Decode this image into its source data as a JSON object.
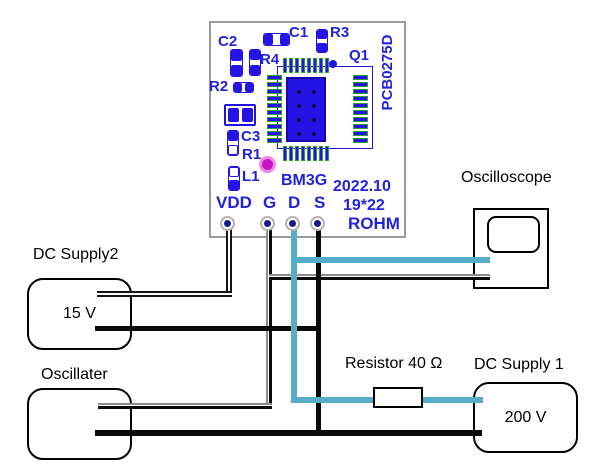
{
  "pcb": {
    "board_id": "PCB0275D",
    "refdes": {
      "c1": "C1",
      "c2": "C2",
      "c3": "C3",
      "r1": "R1",
      "r2": "R2",
      "r3": "R3",
      "r4": "R4",
      "l1": "L1",
      "q1": "Q1"
    },
    "markings": {
      "part": "BM3G",
      "date": "2022.10",
      "lot": "19*22",
      "brand": "ROHM"
    },
    "pins": {
      "vdd": "VDD",
      "g": "G",
      "d": "D",
      "s": "S"
    }
  },
  "equipment": {
    "oscilloscope": {
      "label": "Oscilloscope"
    },
    "dc_supply2": {
      "label": "DC Supply2",
      "voltage": "15 V"
    },
    "oscillator": {
      "label": "Oscillater"
    },
    "resistor": {
      "label": "Resistor 40 Ω"
    },
    "dc_supply1": {
      "label": "DC Supply 1",
      "voltage": "200 V"
    }
  },
  "colors": {
    "silkscreen_blue": "#2222dd",
    "pad_blue": "#2613e6",
    "pad_outline_green": "#2f9e2f",
    "wire_teal": "#55adc8",
    "wire_black": "#0a0a0a",
    "marker_magenta": "#c816c0"
  }
}
